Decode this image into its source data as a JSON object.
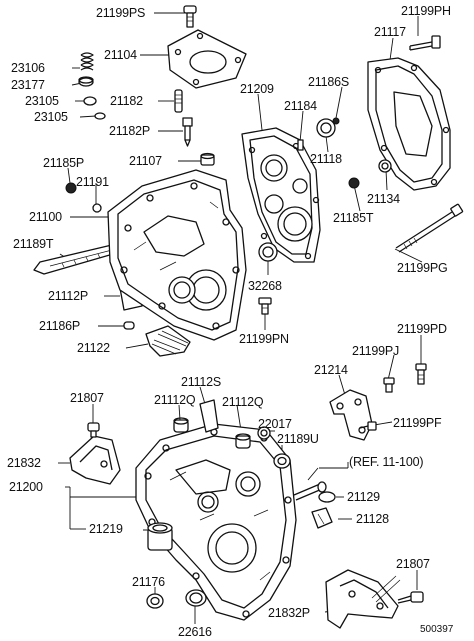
{
  "labels": {
    "l21199PS": "21199PS",
    "l21104": "21104",
    "l23106": "23106",
    "l23177": "23177",
    "l23105a": "23105",
    "l23105b": "23105",
    "l21182": "21182",
    "l21182P": "21182P",
    "l21107": "21107",
    "l21185P": "21185P",
    "l21191": "21191",
    "l21100": "21100",
    "l21189T": "21189T",
    "l21112P": "21112P",
    "l21186P": "21186P",
    "l21122": "21122",
    "l21199PH": "21199PH",
    "l21117": "21117",
    "l21209": "21209",
    "l21186S": "21186S",
    "l21184": "21184",
    "l21118": "21118",
    "l21134": "21134",
    "l21185T": "21185T",
    "l32268": "32268",
    "l21199PG": "21199PG",
    "l21199PN": "21199PN",
    "l21199PD": "21199PD",
    "l21199PJ": "21199PJ",
    "l21214": "21214",
    "l21199PF": "21199PF",
    "l21807a": "21807",
    "l21832": "21832",
    "l21112S": "21112S",
    "l21112Qa": "21112Q",
    "l21112Qb": "21112Q",
    "l22017": "22017",
    "l21189U": "21189U",
    "lREF": "(REF. 11-100)",
    "l21129": "21129",
    "l21128": "21128",
    "l21200": "21200",
    "l21219": "21219",
    "l21176": "21176",
    "l22616": "22616",
    "l21807b": "21807",
    "l21832P": "21832P",
    "l500397": "500397"
  }
}
